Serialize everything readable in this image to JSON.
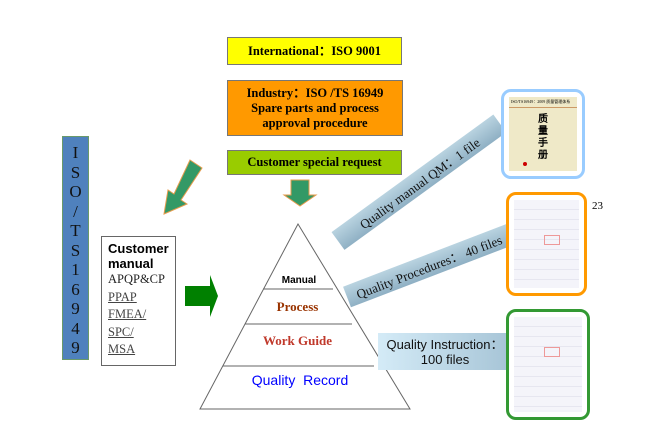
{
  "top_boxes": {
    "international": "International：ISO 9001",
    "industry_line1": "Industry：ISO /TS 16949",
    "industry_line2": "Spare parts and process",
    "industry_line3": "approval procedure",
    "customer_special": "Customer special request"
  },
  "iso_column": [
    "I",
    "S",
    "O",
    "/",
    "T",
    "S",
    "1",
    "6",
    "9",
    "4",
    "9"
  ],
  "customer_manual": {
    "title_line1": "Customer",
    "title_line2": "manual",
    "items": [
      "APQP&CP",
      "PPAP",
      "FMEA/",
      "SPC/",
      "MSA"
    ]
  },
  "pyramid": {
    "levels": [
      "Manual",
      "Process",
      "Work Guide",
      "Quality  Record"
    ],
    "colors": [
      "#000000",
      "#993300",
      "#c0392b",
      "#0000ff"
    ]
  },
  "banners": {
    "manual": "Quality manual QM：1 file",
    "procedures": "Quality Procedures：  40 files",
    "instruction_line1": "Quality Instruction：",
    "instruction_line2": "100 files"
  },
  "documents": {
    "manual_header": "ISO/TS16949：2009 质量管理体系",
    "manual_title": [
      "质",
      "量",
      "手",
      "册"
    ],
    "page_number": "23"
  },
  "colors": {
    "yellow": "#ffff00",
    "orange": "#ff9900",
    "green": "#99cc00",
    "arrow": "#339966",
    "blue_col": "#4f81bd"
  }
}
